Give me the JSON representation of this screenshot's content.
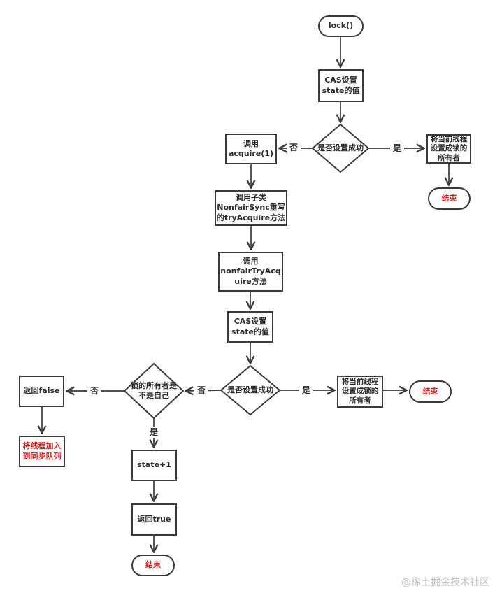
{
  "flowchart": {
    "nodes": {
      "lock": "lock()",
      "cas_top": "CAS设置\nstate的值",
      "d_success_top": "是否设置成功",
      "acquire": "调用\nacquire(1)",
      "set_owner_top": "将当前线程\n设置成锁的\n所有者",
      "end_top": "结束",
      "try_acquire_sub": "调用子类\nNonfairSync重写\n的tryAcquire方法",
      "nonfair_try": "调用\nnonfairTryAcq\nuire方法",
      "cas_mid": "CAS设置\nstate的值",
      "d_success_mid": "是否设置成功",
      "set_owner_mid": "将当前线程\n设置成锁的\n所有者",
      "end_mid": "结束",
      "d_owner": "锁的所有者是\n不是自己",
      "return_false": "返回false",
      "enqueue": "将线程加入\n到同步队列",
      "state_plus1": "state+1",
      "return_true": "返回true",
      "end_bottom": "结束"
    },
    "edge_labels": {
      "no": "否",
      "yes": "是"
    },
    "watermark": "@稀土掘金技术社区",
    "colors": {
      "line": "#3a3a3a",
      "node_border": "#3a3a3a",
      "text": "#2d2d2d",
      "red_text": "#e02020",
      "watermark": "#c0c0c0",
      "background": "#ffffff"
    }
  }
}
